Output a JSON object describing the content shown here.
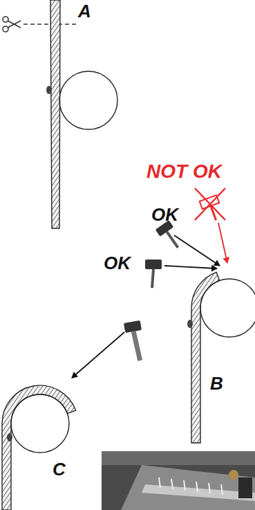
{
  "diagram": {
    "labels": [
      "A",
      "NOT OK",
      "OK",
      "OK",
      "B",
      "C"
    ]
  }
}
